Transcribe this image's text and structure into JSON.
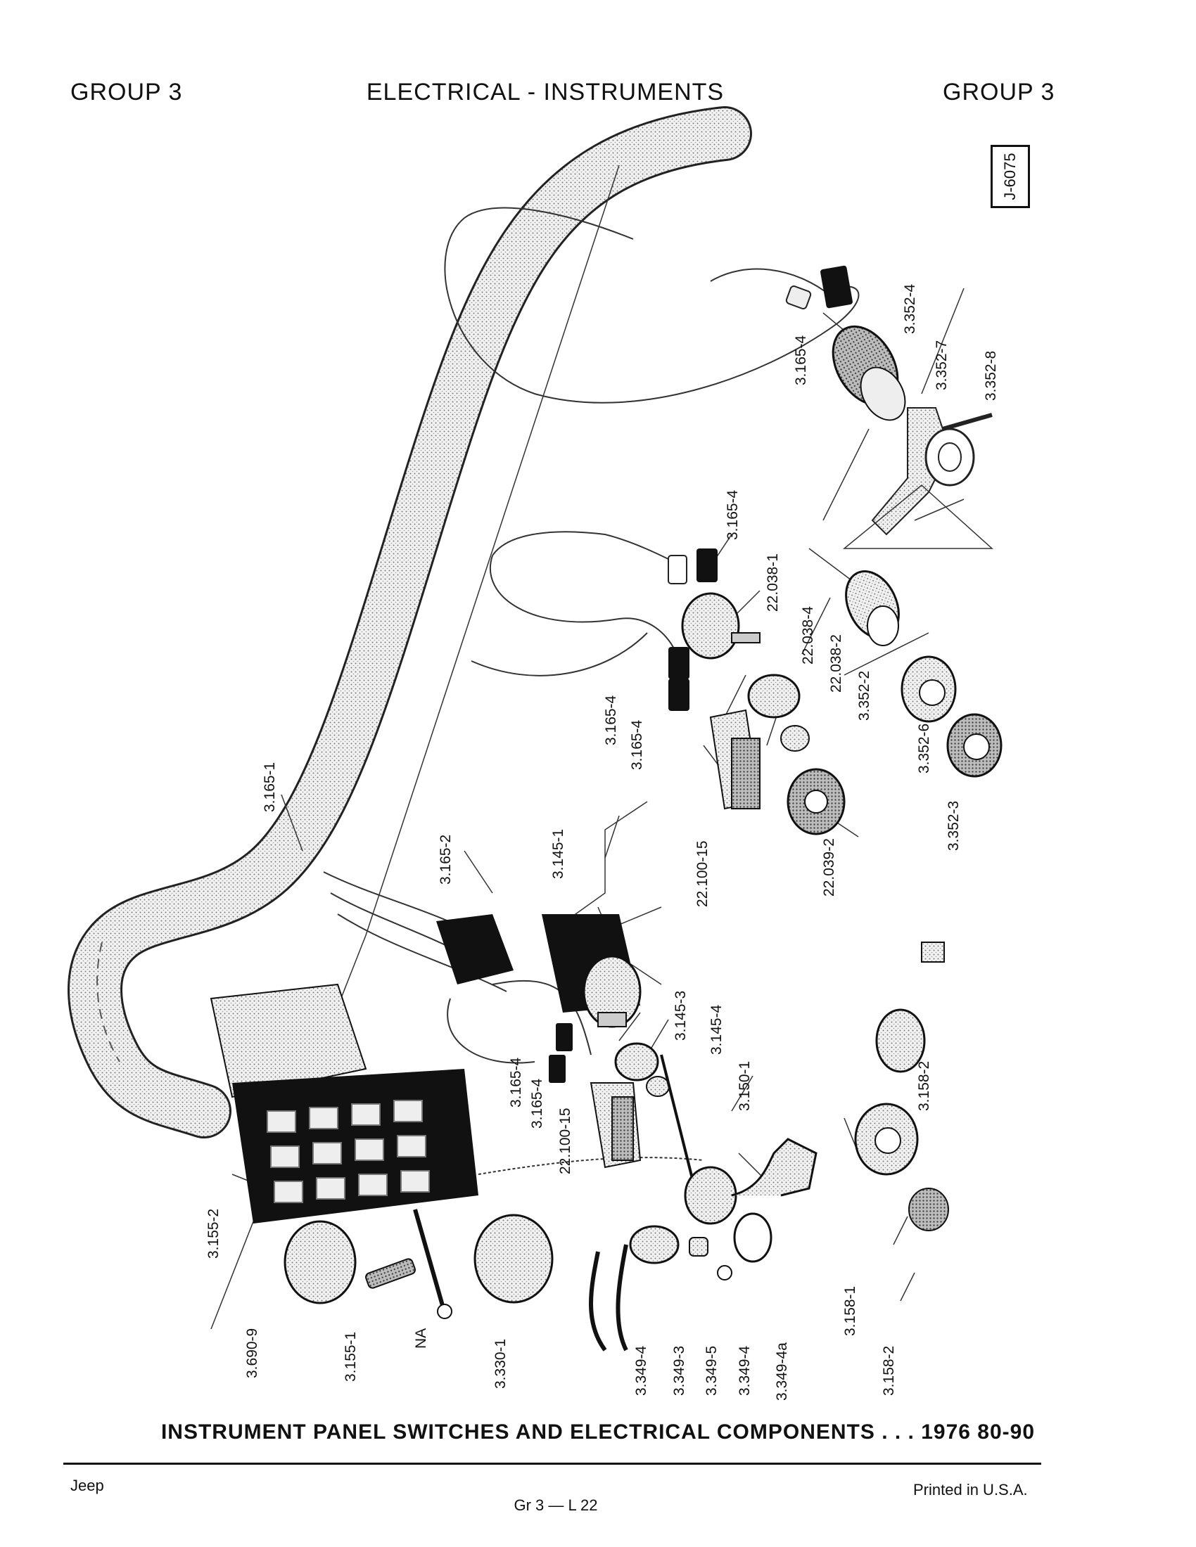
{
  "header": {
    "left": "GROUP 3",
    "center": "ELECTRICAL - INSTRUMENTS",
    "right": "GROUP 3",
    "code": "J-6075"
  },
  "callouts": [
    {
      "id": "c1",
      "text": "3.165-4"
    },
    {
      "id": "c2",
      "text": "3.352-4"
    },
    {
      "id": "c3",
      "text": "3.352-7"
    },
    {
      "id": "c4",
      "text": "3.352-8"
    },
    {
      "id": "c5",
      "text": "3.165-4"
    },
    {
      "id": "c6",
      "text": "22.038-1"
    },
    {
      "id": "c7",
      "text": "22.038-4"
    },
    {
      "id": "c8",
      "text": "22.038-2"
    },
    {
      "id": "c9",
      "text": "3.165-4"
    },
    {
      "id": "c10",
      "text": "3.165-4"
    },
    {
      "id": "c11",
      "text": "3.352-2"
    },
    {
      "id": "c12",
      "text": "3.352-6"
    },
    {
      "id": "c13",
      "text": "3.352-3"
    },
    {
      "id": "c14",
      "text": "3.165-1"
    },
    {
      "id": "c15",
      "text": "3.165-2"
    },
    {
      "id": "c16",
      "text": "3.145-1"
    },
    {
      "id": "c17",
      "text": "22.100-15"
    },
    {
      "id": "c18",
      "text": "22.039-2"
    },
    {
      "id": "c19",
      "text": "3.145-3"
    },
    {
      "id": "c20",
      "text": "3.145-4"
    },
    {
      "id": "c21",
      "text": "3.165-4"
    },
    {
      "id": "c22",
      "text": "3.165-4"
    },
    {
      "id": "c23",
      "text": "22.100-15"
    },
    {
      "id": "c24",
      "text": "3.150-1"
    },
    {
      "id": "c25",
      "text": "3.158-2"
    },
    {
      "id": "c26",
      "text": "3.155-2"
    },
    {
      "id": "c27",
      "text": "3.690-9"
    },
    {
      "id": "c28",
      "text": "3.155-1"
    },
    {
      "id": "c29",
      "text": "NA"
    },
    {
      "id": "c30",
      "text": "3.330-1"
    },
    {
      "id": "c31",
      "text": "3.349-4"
    },
    {
      "id": "c32",
      "text": "3.349-3"
    },
    {
      "id": "c33",
      "text": "3.349-5"
    },
    {
      "id": "c34",
      "text": "3.349-4"
    },
    {
      "id": "c35",
      "text": "3.349-4a"
    },
    {
      "id": "c36",
      "text": "3.158-1"
    },
    {
      "id": "c37",
      "text": "3.158-2"
    }
  ],
  "caption": "INSTRUMENT PANEL SWITCHES AND ELECTRICAL COMPONENTS . . . 1976 80-90",
  "footer": {
    "left": "Jeep",
    "center": "Gr 3 — L 22",
    "right": "Printed in U.S.A."
  }
}
